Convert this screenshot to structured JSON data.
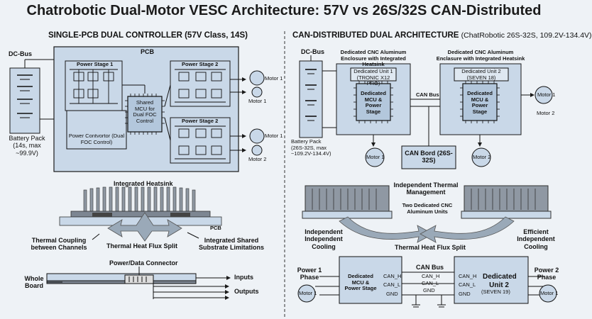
{
  "title": "Chatrobotic Dual-Motor VESC Architecture: 57V vs 26S/32S CAN-Distributed",
  "left": {
    "heading": "SINGLE-PCB DUAL CONTROLLER (57V Class, 14S)",
    "dc_bus": "DC-Bus",
    "pcb": "PCB",
    "power_stage_1": "Power Stage 1",
    "power_stage_2a": "Power Stage 2",
    "power_stage_2b": "Power Stage 2",
    "shared_mcu": "Shared MCU for Dual FOC Control",
    "power_convertor": "Power Contvortor (Dual FOC Control)",
    "battery_pack": "Battery Pack (14s, max ~99.9V)",
    "motor_1_in": "Motor 1",
    "motor_1_out": "Motor 1",
    "motor_2_in": "Motor 1",
    "motor_2_out": "Motor 2",
    "heatsink_title": "Integrated Heatsink",
    "pcb_label": "PCB",
    "thermal_coupling": "Thermal Coupling between Channels",
    "thermal_split": "Thermal Heat Flux Split",
    "shared_substrate": "Integrated Shared Substrate Limitations",
    "connector_title": "Power/Data Connector",
    "whole_board": "Whole Board",
    "inputs": "Inputs",
    "outputs": "Outputs"
  },
  "right": {
    "heading": "CAN-DISTRIBUTED DUAL ARCHITECTURE",
    "heading_sub": "(ChatRobotic 26S-32S, 109.2V-134.4V)",
    "dc_bus": "DC-Bus",
    "enclosure_1": "Dedicated CNC Aluminum Enclosure with Integrated Heatsink",
    "enclosure_2": "Dedicated CNC Aluminum Enclasure with Integrated Heatsink",
    "unit_1": "Dedicated Unit 1 (TRONIC X12 PRO)",
    "unit_2": "Dedicated Unit 2 (SEVEN 18)",
    "mcu_1": "Dedicated MCU & Power Stage",
    "mcu_2": "Dedicated MCU & Power Stage",
    "can_bus": "CAN Bus",
    "battery_pack": "Battery Pack (26S-32S, max ~109.2V-134.4V)",
    "motor_1": "Motor 1",
    "motor_1b": "Motor 1",
    "motor_2": "Motor 2",
    "motor_2b": "Motor 2",
    "can_board": "CAN Bord (26S-32S)",
    "indep_mgmt": "Independent Thermal Management",
    "two_units": "Two Dedicated CNC Aluminum Units",
    "indep_cooling": "Independent Independent Cooling",
    "efficient_cooling": "Efficient Independent Cooling",
    "thermal_split": "Thermal Heat Flux Split",
    "can_bus_bottom": "CAN Bus",
    "power_1_phase": "Power 1 Phase",
    "power_2_phase": "Power 2 Phase",
    "bottom_mcu": "Dedicated MCU & Power Stage",
    "bottom_unit": "Dedicated Unit 2",
    "bottom_unit_sub": "(SEVEN 19)",
    "can_h_1": "CAN_H",
    "can_l_1": "CAN_L",
    "gnd_1": "GND",
    "can_h_2": "CAN_H",
    "can_l_2": "CAN_L",
    "gnd_2": "GND",
    "can_h_mid": "CAN_H",
    "can_l_mid": "CAN_L",
    "gnd_mid": "GND",
    "motor_1_bottom": "Motor 1",
    "motor_1_bottom_b": "Motor 1"
  },
  "colors": {
    "panel": "#c9d8e8",
    "panel_dark": "#b3c7dc",
    "line": "#1a1a1a",
    "arrow": "#9aa9b8",
    "heatsink": "#8f98a3"
  }
}
